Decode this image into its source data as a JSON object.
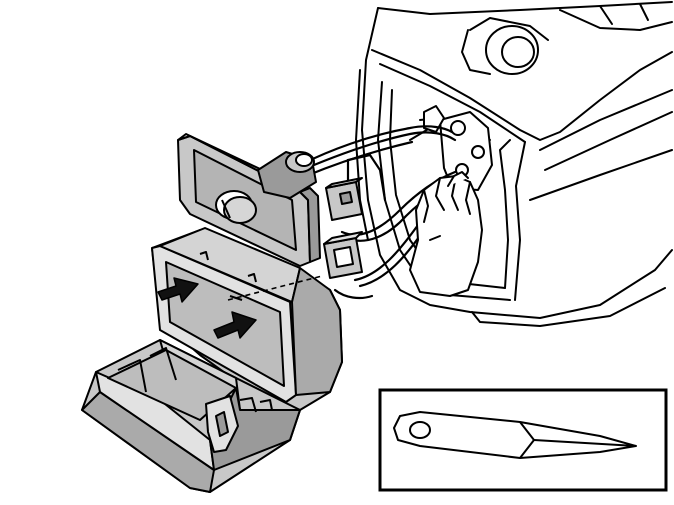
{
  "illustration": {
    "colors": {
      "line": "#000000",
      "background": "#ffffff",
      "panel_gray": "#c8c8c8",
      "panel_dark": "#9a9a9a",
      "panel_light": "#e2e2e2",
      "arrow": "#111111"
    },
    "parts": [
      "dashboard-console",
      "switch-panel",
      "ashtray-housing",
      "ashtray-drawer",
      "wiring-harness",
      "connector-upper",
      "connector-lower",
      "hand",
      "tool-inset"
    ],
    "callouts": {
      "arrows": [
        "push-arrow-upper",
        "push-arrow-lower"
      ],
      "inset_tool": "pry-tool-icon"
    }
  }
}
